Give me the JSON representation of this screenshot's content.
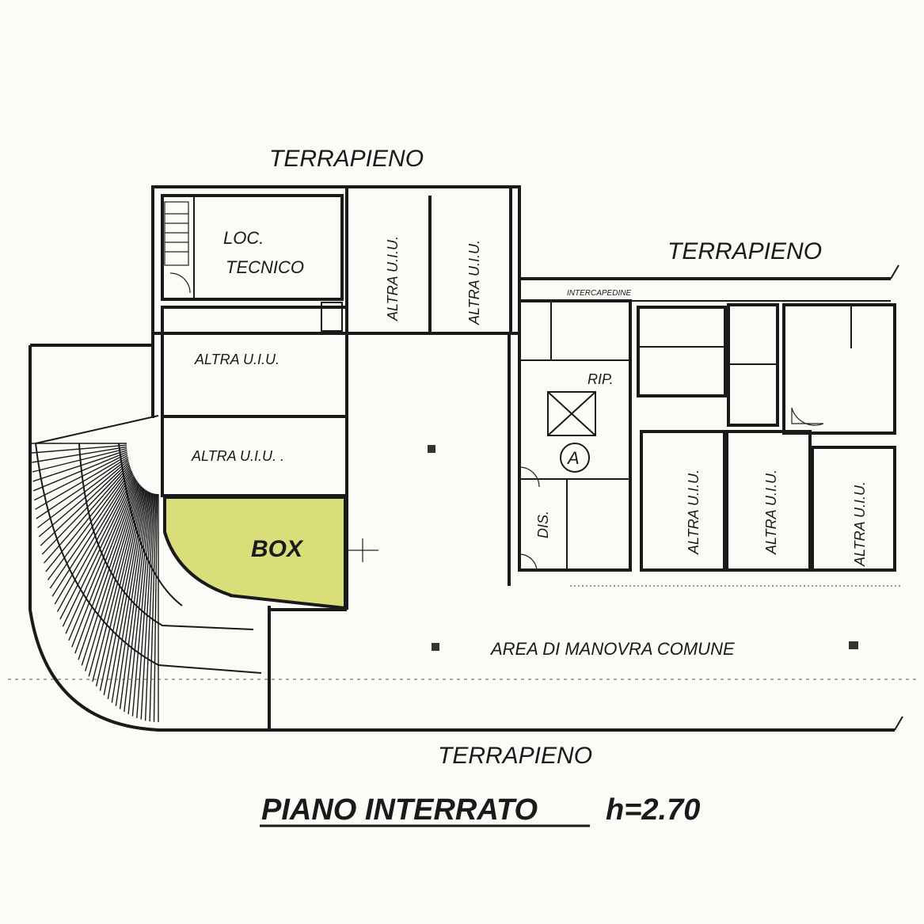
{
  "labels": {
    "terrapieno_top": "TERRAPIENO",
    "terrapieno_right": "TERRAPIENO",
    "terrapieno_bottom": "TERRAPIENO",
    "loc_tecnico_1": "LOC.",
    "loc_tecnico_2": "TECNICO",
    "altra_uiu_1": "ALTRA  U.I.U.",
    "altra_uiu_2": "ALTRA  U.I.U. .",
    "altra_uiu_v1": "ALTRA  U.I.U.",
    "altra_uiu_v2": "ALTRA  U.I.U.",
    "altra_uiu_v3": "ALTRA  U.I.U.",
    "altra_uiu_v4": "ALTRA  U.I.U.",
    "altra_uiu_v5": "ALTRA  U.I.U.",
    "box": "BOX",
    "intercapedine": "INTERCAPEDINE",
    "rip": "RIP.",
    "dis": "DIS.",
    "lift_mark": "A",
    "area_manovra": "AREA DI MANOVRA COMUNE",
    "title_main": "PIANO INTERRATO",
    "title_height": "h=2.70"
  },
  "colors": {
    "box_highlight": "#d9de7a",
    "ink": "#1a1a1a",
    "paper": "#fbfbf8"
  }
}
